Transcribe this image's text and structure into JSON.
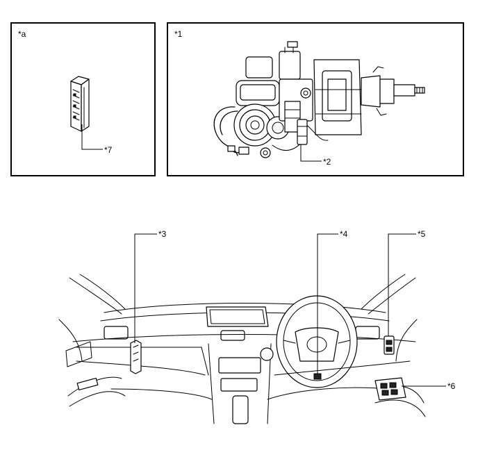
{
  "panels": {
    "detail_label": "*a",
    "column_label": "*1"
  },
  "callouts": {
    "c2": "*2",
    "c3": "*3",
    "c4": "*4",
    "c5": "*5",
    "c6": "*6",
    "c7": "*7"
  }
}
